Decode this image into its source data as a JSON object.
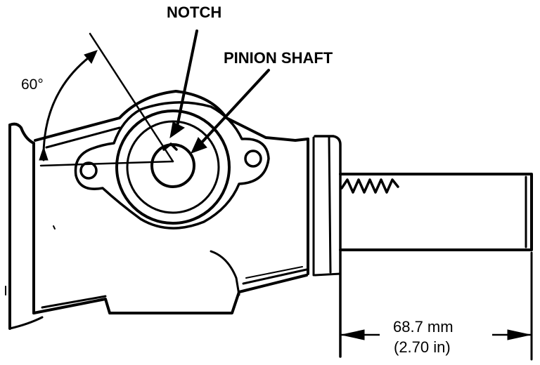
{
  "labels": {
    "notch": "NOTCH",
    "pinion_shaft": "PINION SHAFT",
    "angle": "60°",
    "dimension_mm": "68.7 mm",
    "dimension_in": "(2.70 in)"
  }
}
